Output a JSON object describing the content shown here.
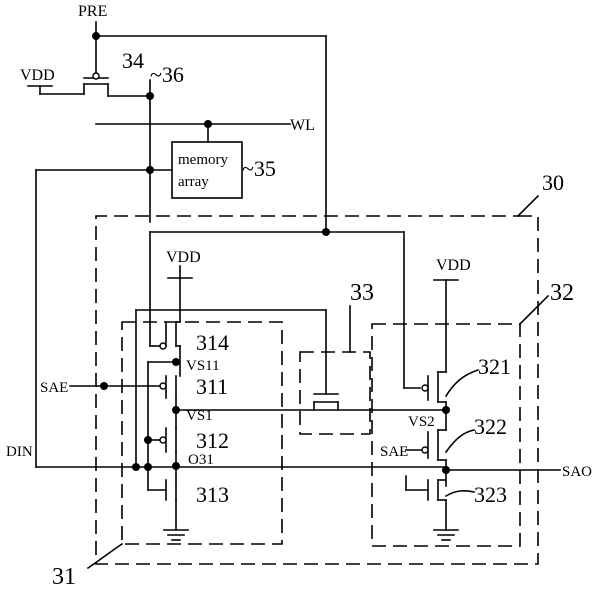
{
  "labels": {
    "pre": "PRE",
    "vdd_top": "VDD",
    "ref_34": "34",
    "ref_36": "~36",
    "wl": "WL",
    "memory_line1": "memory",
    "memory_line2": "array",
    "ref_35": "~35",
    "ref_30": "30",
    "ref_33": "33",
    "ref_32": "32",
    "ref_31": "31",
    "vdd_left": "VDD",
    "vdd_right": "VDD",
    "ref_314": "314",
    "vs11": "VS11",
    "ref_311": "311",
    "sae_left": "SAE",
    "vs1": "VS1",
    "ref_312": "312",
    "o31": "O31",
    "ref_313": "313",
    "din": "DIN",
    "ref_321": "321",
    "vs2": "VS2",
    "ref_322": "322",
    "sae_right": "SAE",
    "sao": "SAO",
    "ref_323": "323"
  }
}
